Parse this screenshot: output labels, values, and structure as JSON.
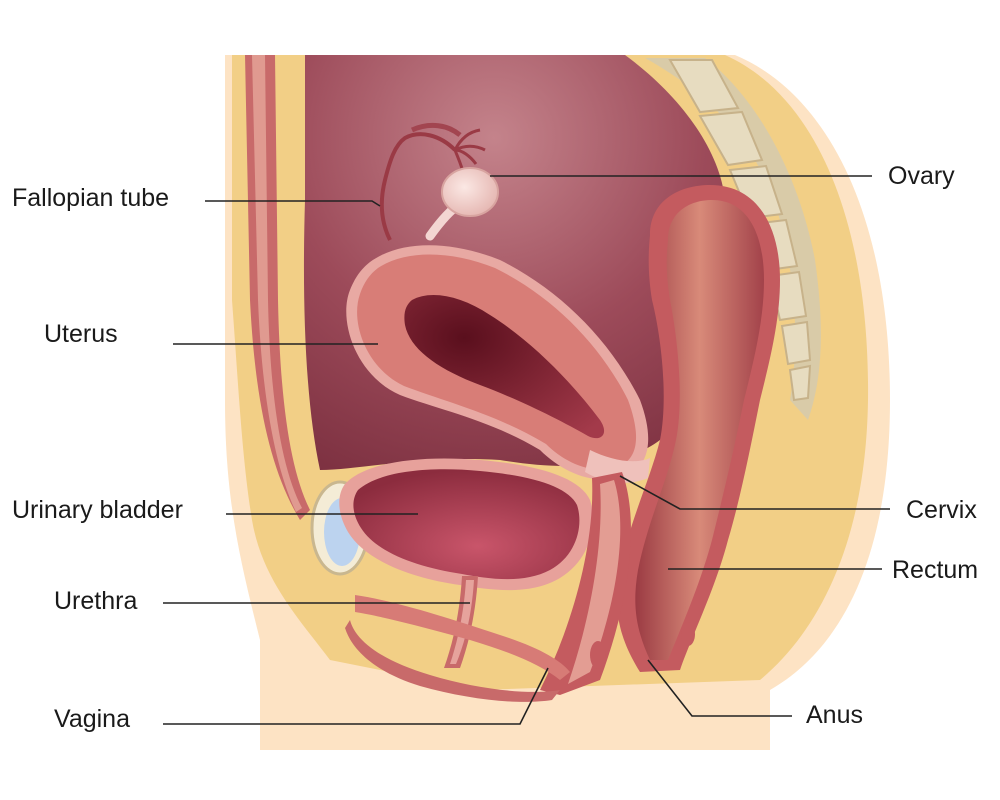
{
  "labels": {
    "fallopian_tube": "Fallopian tube",
    "uterus": "Uterus",
    "urinary_bladder": "Urinary bladder",
    "urethra": "Urethra",
    "vagina": "Vagina",
    "ovary": "Ovary",
    "cervix": "Cervix",
    "rectum": "Rectum",
    "anus": "Anus"
  },
  "colors": {
    "skin": "#fde3c4",
    "fat": "#f2cf86",
    "cavity": "#8e3f4d",
    "muscle": "#d77b76",
    "lumen": "#7a1c2a",
    "bone": "#d9cba8",
    "leader_line": "#222222"
  }
}
